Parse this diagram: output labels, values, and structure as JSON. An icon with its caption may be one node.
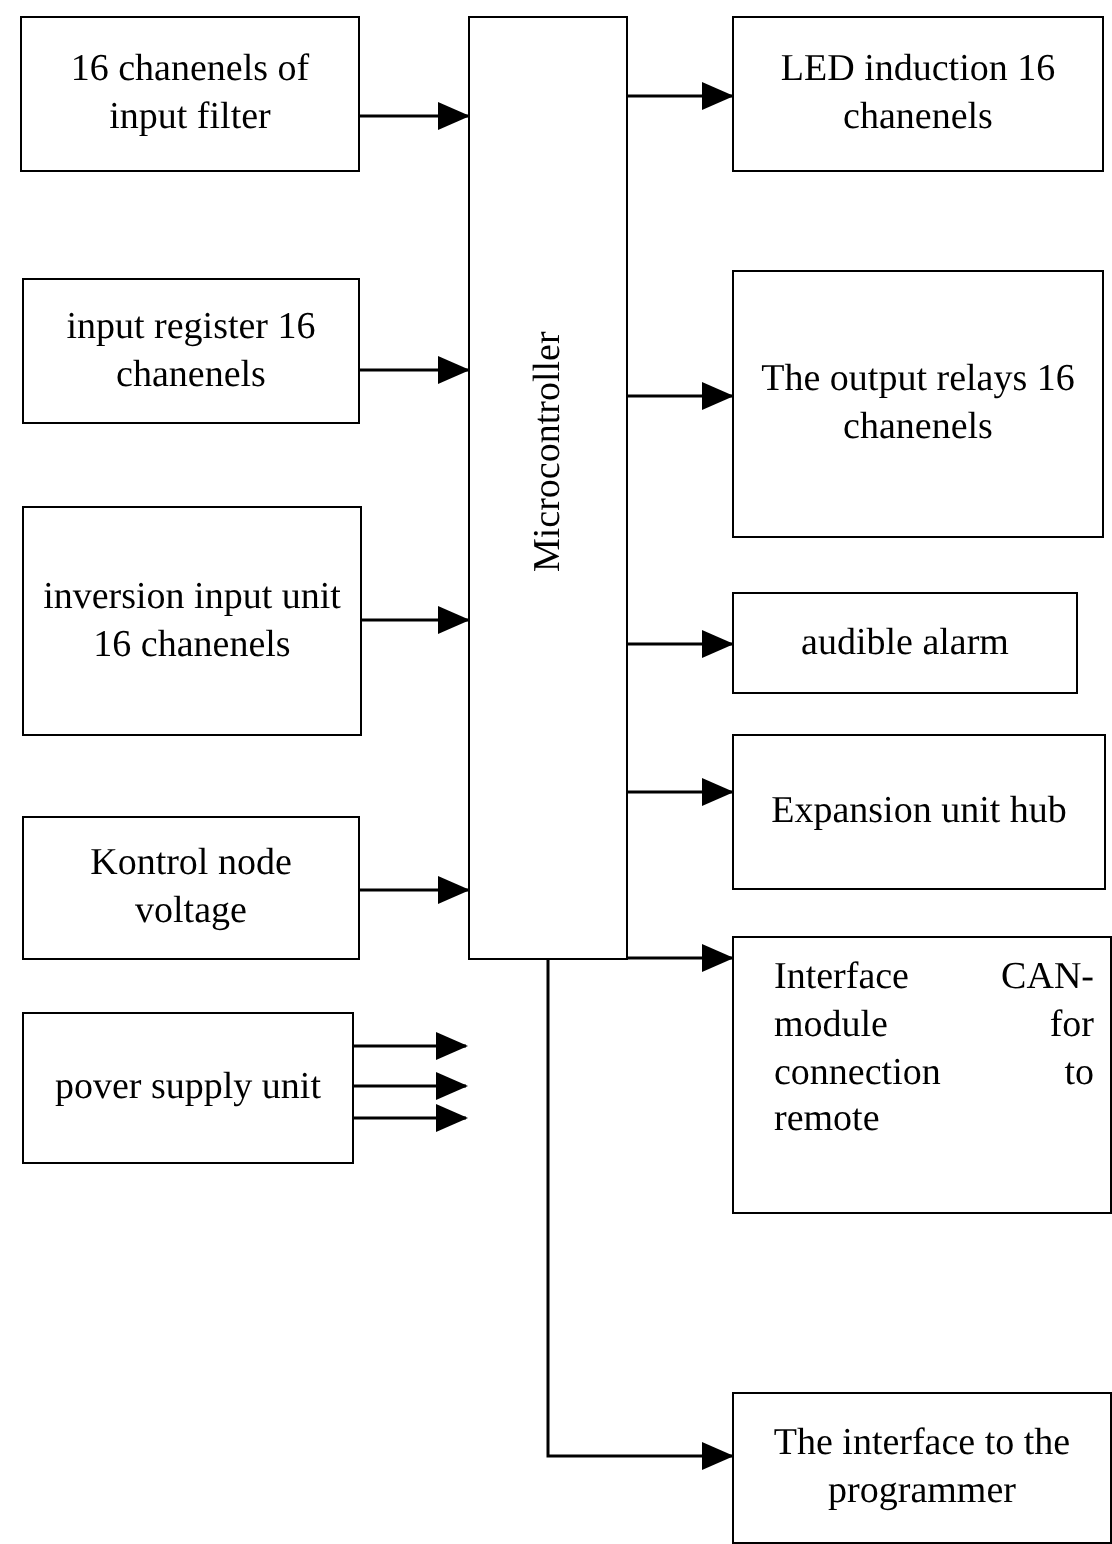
{
  "diagram": {
    "nodes": [
      {
        "text": [
          "16 chanenels of input filter"
        ]
      },
      {
        "text": [
          "Microcontroller"
        ]
      },
      {
        "text": [
          "LED induction 16 chanenels"
        ]
      },
      {
        "text": [
          "input register 16 chanenels"
        ]
      },
      {
        "text": [
          "The output relays 16 chanenels"
        ]
      },
      {
        "text": [
          "inversion input unit 16 chanenels"
        ]
      },
      {
        "text": [
          "audible alarm"
        ]
      },
      {
        "text": [
          "Expansion unit hub"
        ]
      },
      {
        "text": [
          "Kontrol node voltage"
        ]
      },
      {
        "text": [
          "Interface CAN-module for connection to remote"
        ]
      },
      {
        "text": [
          "pover supply unit"
        ]
      },
      {
        "text": [
          "The interface to the programmer"
        ]
      }
    ],
    "edges": [
      {
        "from": 0,
        "to": 1,
        "arrow": "to"
      },
      {
        "from": 3,
        "to": 1,
        "arrow": "to"
      },
      {
        "from": 5,
        "to": 1,
        "arrow": "to"
      },
      {
        "from": 8,
        "to": 1,
        "arrow": "to"
      },
      {
        "from": 10,
        "to": null,
        "arrow": "to"
      },
      {
        "from": 10,
        "to": null,
        "arrow": "to"
      },
      {
        "from": 10,
        "to": null,
        "arrow": "to"
      },
      {
        "from": 1,
        "to": 2,
        "arrow": "to"
      },
      {
        "from": 1,
        "to": 4,
        "arrow": "to"
      },
      {
        "from": 1,
        "to": 6,
        "arrow": "to"
      },
      {
        "from": 1,
        "to": 7,
        "arrow": "to"
      },
      {
        "from": 1,
        "to": 9,
        "arrow": "to"
      },
      {
        "from": 1,
        "to": 11,
        "arrow": "to"
      }
    ]
  }
}
